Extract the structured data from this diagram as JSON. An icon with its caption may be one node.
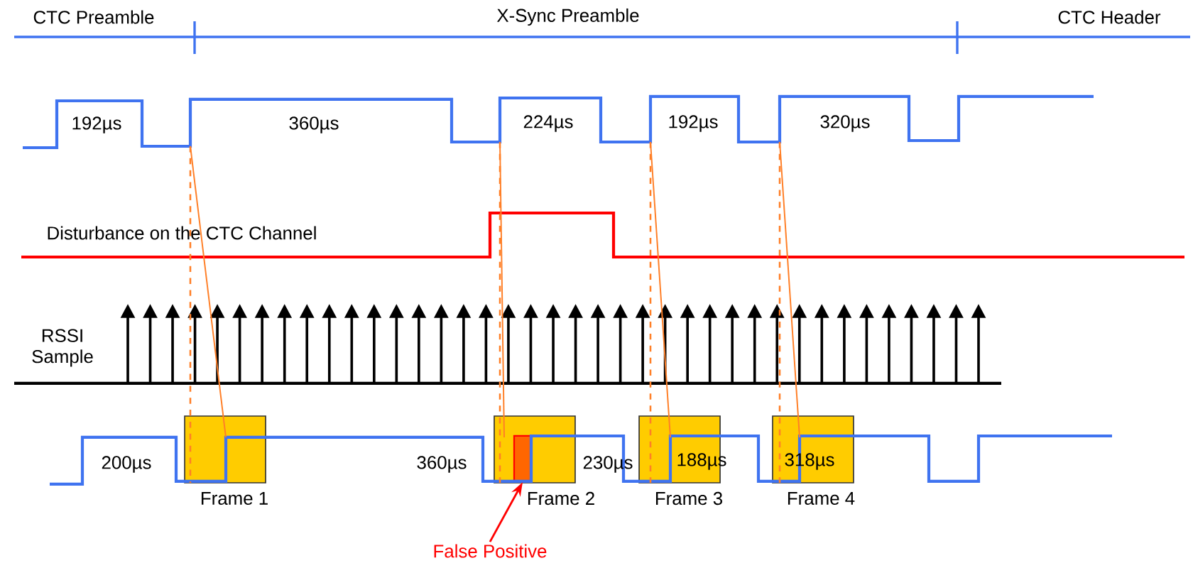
{
  "diagram": {
    "nodes": [
      {
        "text": [],
        "shape": "box",
        "beside": [
          "Frame 1"
        ]
      },
      {
        "text": [],
        "shape": "box",
        "beside": [
          "Frame 2"
        ]
      },
      {
        "text": [],
        "shape": "box",
        "in": 1
      },
      {
        "text": [],
        "shape": "box",
        "beside": [
          "Frame 3"
        ]
      },
      {
        "text": [],
        "shape": "box",
        "beside": [
          "Frame 4"
        ]
      },
      {
        "text": [
          "False Positive"
        ]
      }
    ],
    "edges": [
      {
        "from": 5,
        "to": 2,
        "arrow": "to",
        "color": "#ff0000"
      }
    ],
    "labels": [
      "CTC Preamble",
      "X-Sync Preamble",
      "CTC Header",
      "192µs",
      "360µs",
      "224µs",
      "192µs",
      "320µs",
      "Disturbance on the CTC Channel",
      "RSSI Sample",
      "200µs",
      "360µs",
      "230µs",
      "188µs",
      "318µs"
    ]
  }
}
